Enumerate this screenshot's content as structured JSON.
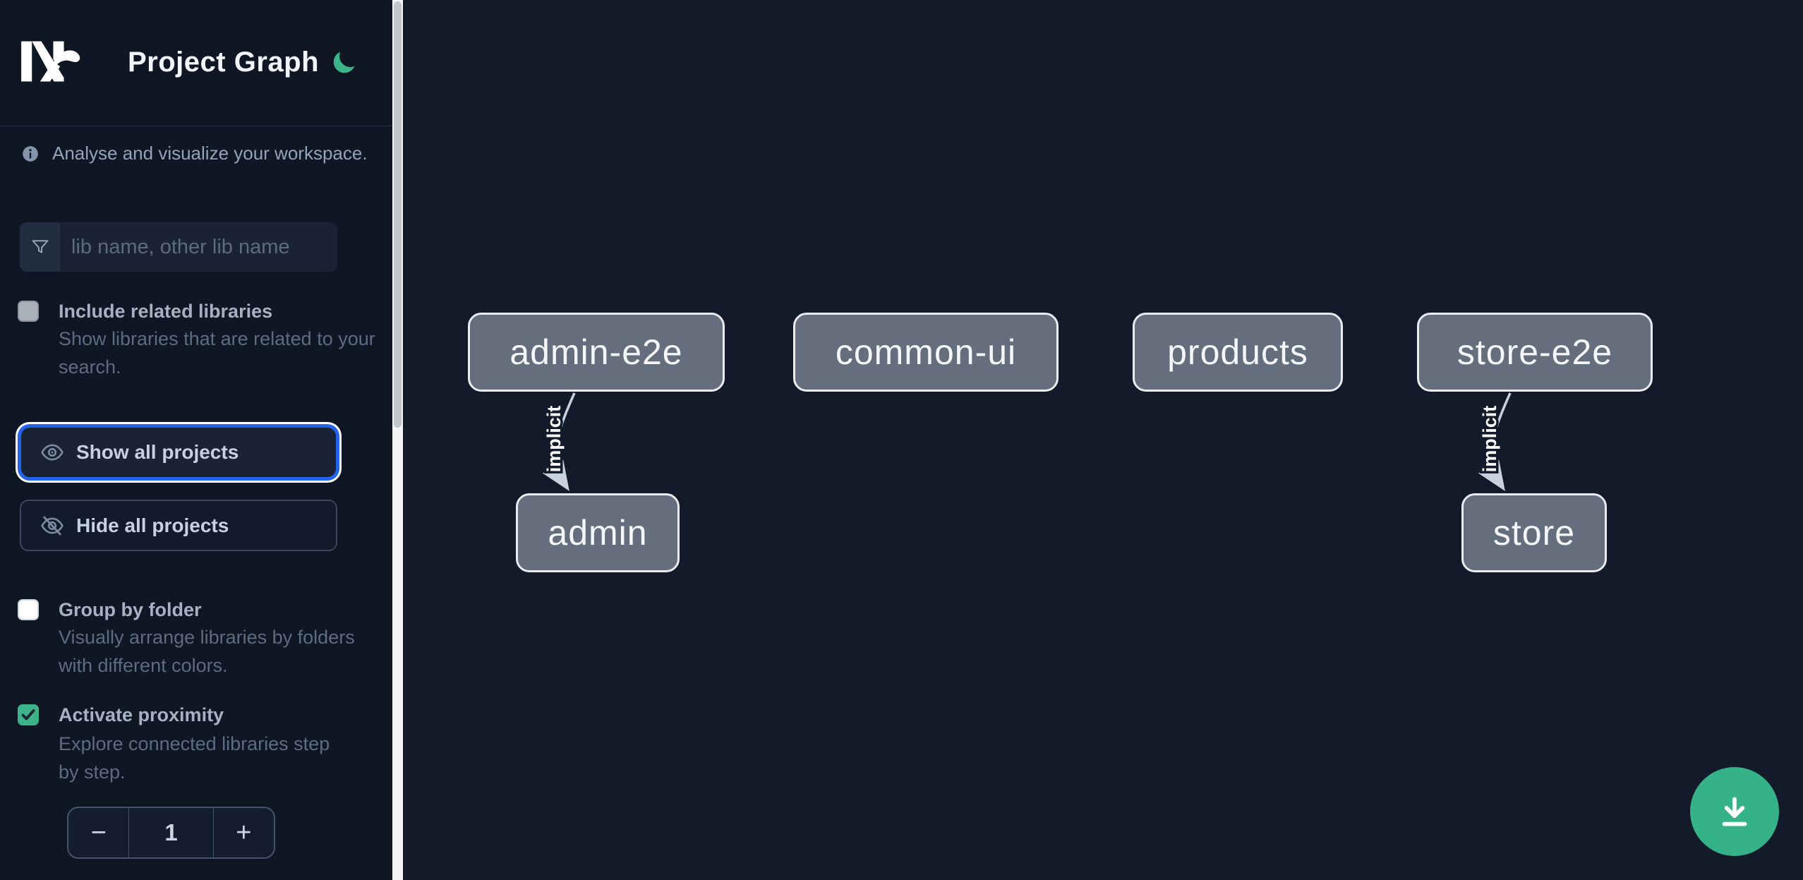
{
  "header": {
    "app_name": "Nx",
    "title": "Project Graph",
    "theme_icon": "moon"
  },
  "sidebar": {
    "tagline": "Analyse and visualize your workspace.",
    "search": {
      "placeholder": "lib name, other lib name"
    },
    "options": [
      {
        "label": "Include related libraries",
        "description": "Show libraries that are related to your search.",
        "checked": false,
        "disabled": true
      },
      {
        "label": "Group by folder",
        "description": "Visually arrange libraries by folders with different colors.",
        "checked": false,
        "disabled": false
      },
      {
        "label": "Activate proximity",
        "description": "Explore connected libraries step by step.",
        "checked": true,
        "disabled": false
      }
    ],
    "actions": [
      {
        "label": "Show all projects",
        "focused": true
      },
      {
        "label": "Hide all projects",
        "focused": false
      }
    ],
    "proximity_stepper": {
      "decrease": "−",
      "value": "1",
      "increase": "+"
    }
  },
  "graph": {
    "nodes": [
      {
        "label": "admin-e2e"
      },
      {
        "label": "common-ui"
      },
      {
        "label": "products"
      },
      {
        "label": "store-e2e"
      },
      {
        "label": "admin"
      },
      {
        "label": "store"
      }
    ],
    "edges": [
      {
        "source": "admin-e2e",
        "target": "admin",
        "label": "implicit"
      },
      {
        "source": "store-e2e",
        "target": "store",
        "label": "implicit"
      }
    ]
  },
  "fab": {
    "icon": "download"
  },
  "colors": {
    "sidebar_bg": "#0f1624",
    "canvas_bg": "#131a2a",
    "accent_green": "#3cb389",
    "fab_green": "#35b287",
    "focus_ring_blue": "#2463eb",
    "node_fill": "#656e7d",
    "node_border": "#e9edf2",
    "edge_gray": "#c9d2dc"
  }
}
